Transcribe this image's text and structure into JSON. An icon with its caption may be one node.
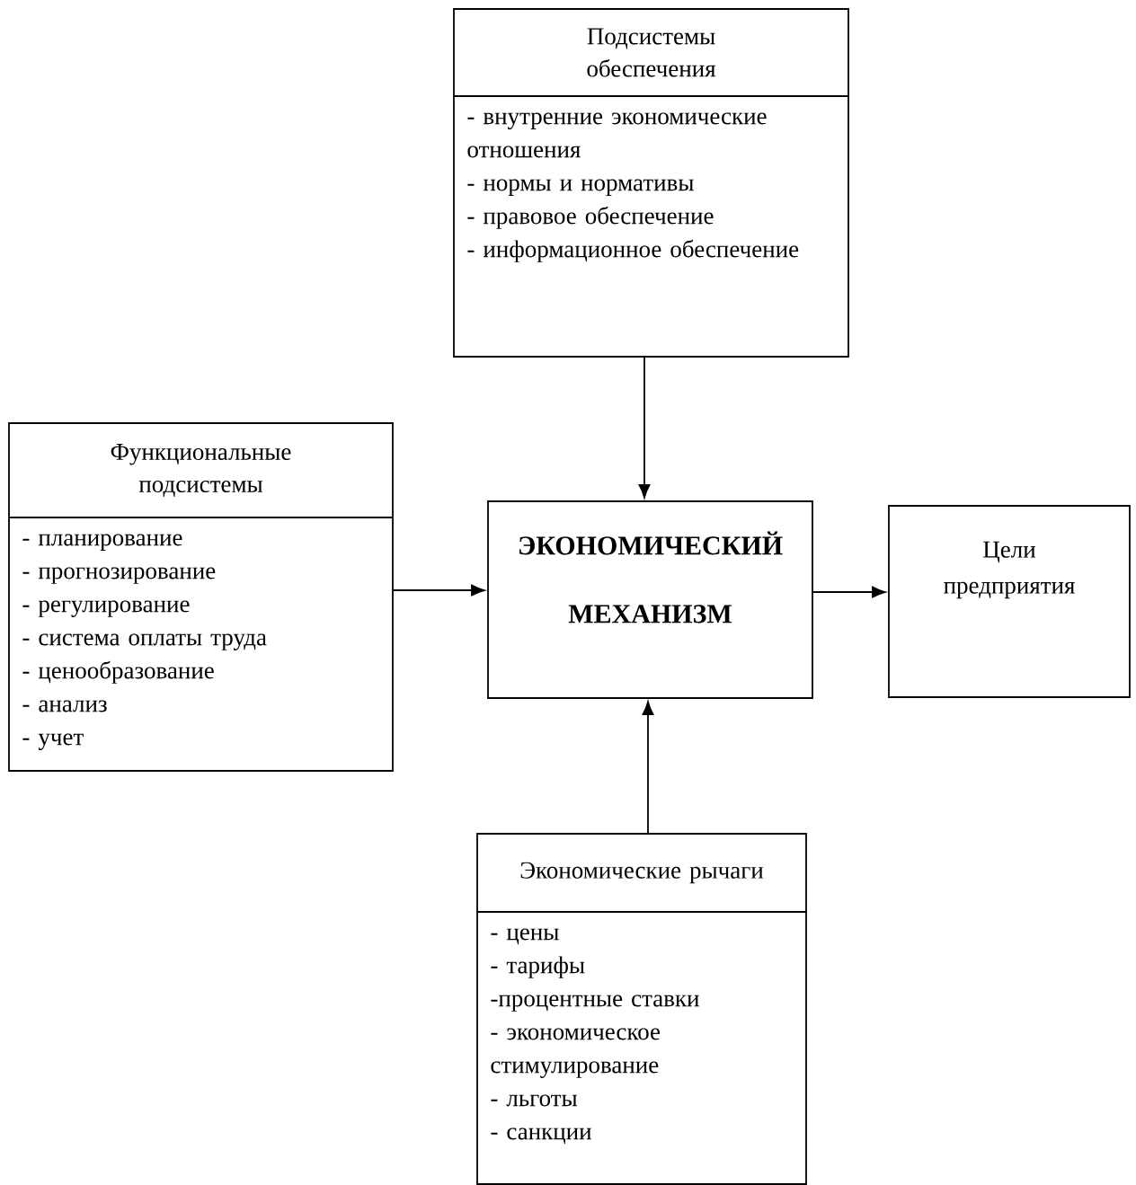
{
  "diagram": {
    "nodes": [
      {
        "text": [
          "Подсистемы обеспечения",
          "- внутренние экономические отношения",
          "- нормы и нормативы",
          "- правовое обеспечение",
          "- информационное обеспечение"
        ]
      },
      {
        "text": [
          "Функциональные подсистемы",
          "- планирование",
          "- прогнозирование",
          "- регулирование",
          "- система оплаты труда",
          "- ценообразование",
          "- анализ",
          "- учет"
        ]
      },
      {
        "text": [
          "ЭКОНОМИЧЕСКИЙ МЕХАНИЗМ"
        ]
      },
      {
        "text": [
          "Цели предприятия"
        ]
      },
      {
        "text": [
          "Экономические рычаги",
          "- цены",
          "- тарифы",
          "-процентные ставки",
          "- экономическое стимулирование",
          "- льготы",
          "- санкции"
        ]
      }
    ],
    "edges": [
      {
        "from": 0,
        "to": 2,
        "arrow": "to"
      },
      {
        "from": 1,
        "to": 2,
        "arrow": "to"
      },
      {
        "from": 2,
        "to": 3,
        "arrow": "to"
      },
      {
        "from": 4,
        "to": 2,
        "arrow": "to"
      }
    ]
  }
}
